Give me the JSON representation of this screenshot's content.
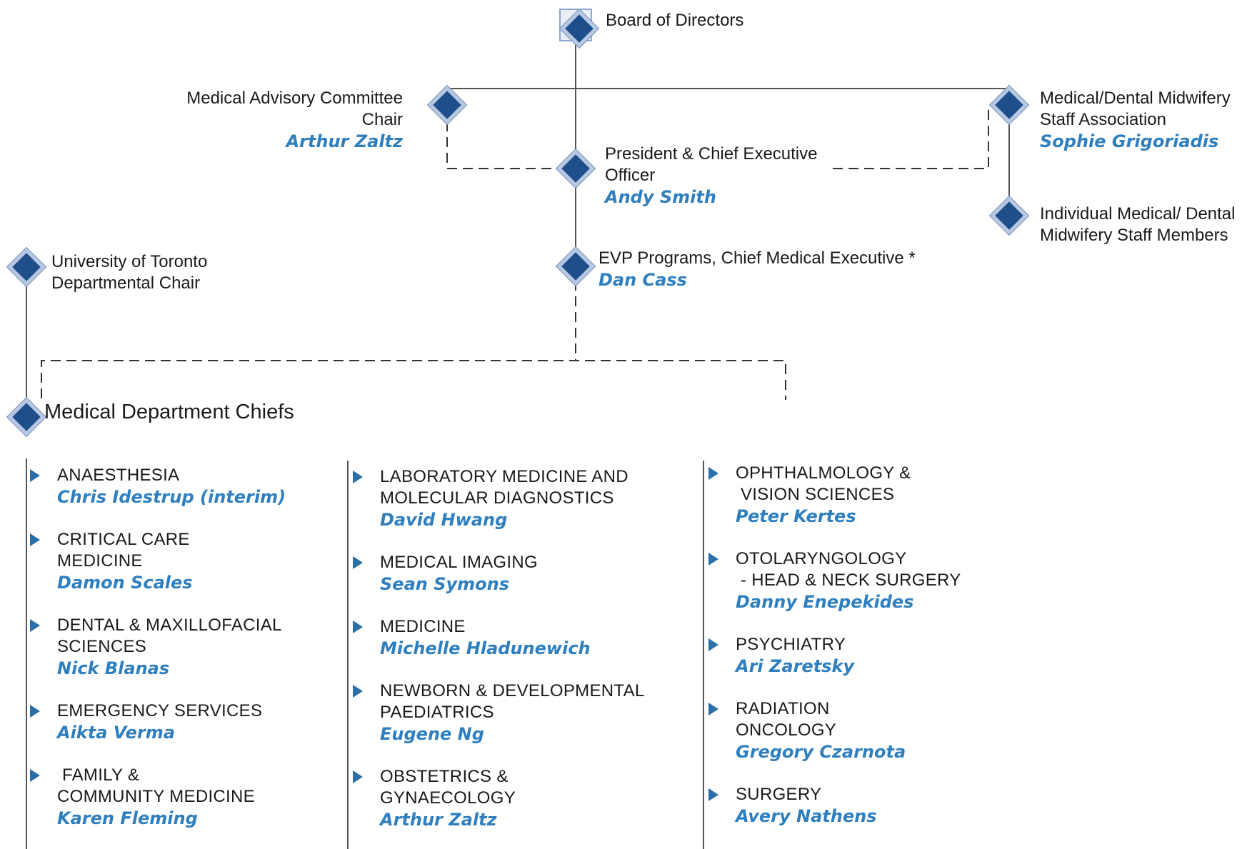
{
  "board": {
    "title": "Board of Directors"
  },
  "mac": {
    "title_line1": "Medical Advisory Committee",
    "title_line2": "Chair",
    "name": "Arthur Zaltz"
  },
  "mdsa": {
    "title_line1": "Medical/Dental Midwifery",
    "title_line2": "Staff Association",
    "name": "Sophie Grigoriadis"
  },
  "ceo": {
    "title_line1": "President & Chief Executive",
    "title_line2": "Officer",
    "name": "Andy Smith"
  },
  "staff": {
    "title_line1": "Individual Medical/ Dental",
    "title_line2": "Midwifery Staff Members"
  },
  "uoft": {
    "title_line1": "University of Toronto",
    "title_line2": "Departmental Chair"
  },
  "evp": {
    "title": "EVP Programs, Chief Medical Executive *",
    "name": "Dan Cass"
  },
  "chiefs": {
    "title": "Medical Department Chiefs"
  },
  "departments": {
    "col1": [
      {
        "label": "ANAESTHESIA",
        "name": "Chris Idestrup (interim)"
      },
      {
        "label": "CRITICAL CARE\nMEDICINE",
        "name": "Damon Scales"
      },
      {
        "label": "DENTAL & MAXILLOFACIAL\nSCIENCES",
        "name": "Nick Blanas"
      },
      {
        "label": "EMERGENCY SERVICES",
        "name": "Aikta Verma"
      },
      {
        "label": " FAMILY &\nCOMMUNITY MEDICINE",
        "name": "Karen Fleming"
      }
    ],
    "col2": [
      {
        "label": "LABORATORY MEDICINE AND\nMOLECULAR DIAGNOSTICS",
        "name": "David Hwang"
      },
      {
        "label": "MEDICAL IMAGING",
        "name": "Sean Symons"
      },
      {
        "label": "MEDICINE",
        "name": "Michelle Hladunewich"
      },
      {
        "label": "NEWBORN & DEVELOPMENTAL\nPAEDIATRICS",
        "name": "Eugene Ng"
      },
      {
        "label": "OBSTETRICS &\nGYNAECOLOGY",
        "name": "Arthur Zaltz"
      }
    ],
    "col3": [
      {
        "label": "OPHTHALMOLOGY &\n VISION SCIENCES",
        "name": "Peter Kertes"
      },
      {
        "label": "OTOLARYNGOLOGY\n - HEAD & NECK SURGERY",
        "name": "Danny Enepekides"
      },
      {
        "label": "PSYCHIATRY",
        "name": "Ari Zaretsky"
      },
      {
        "label": "RADIATION\nONCOLOGY",
        "name": "Gregory Czarnota"
      },
      {
        "label": "SURGERY",
        "name": "Avery Nathens"
      }
    ]
  },
  "colors": {
    "name_blue": "#2f7fbf",
    "diamond_navy": "#1f4f8a",
    "arrow_blue": "#2a6fa8",
    "line": "#555555"
  }
}
